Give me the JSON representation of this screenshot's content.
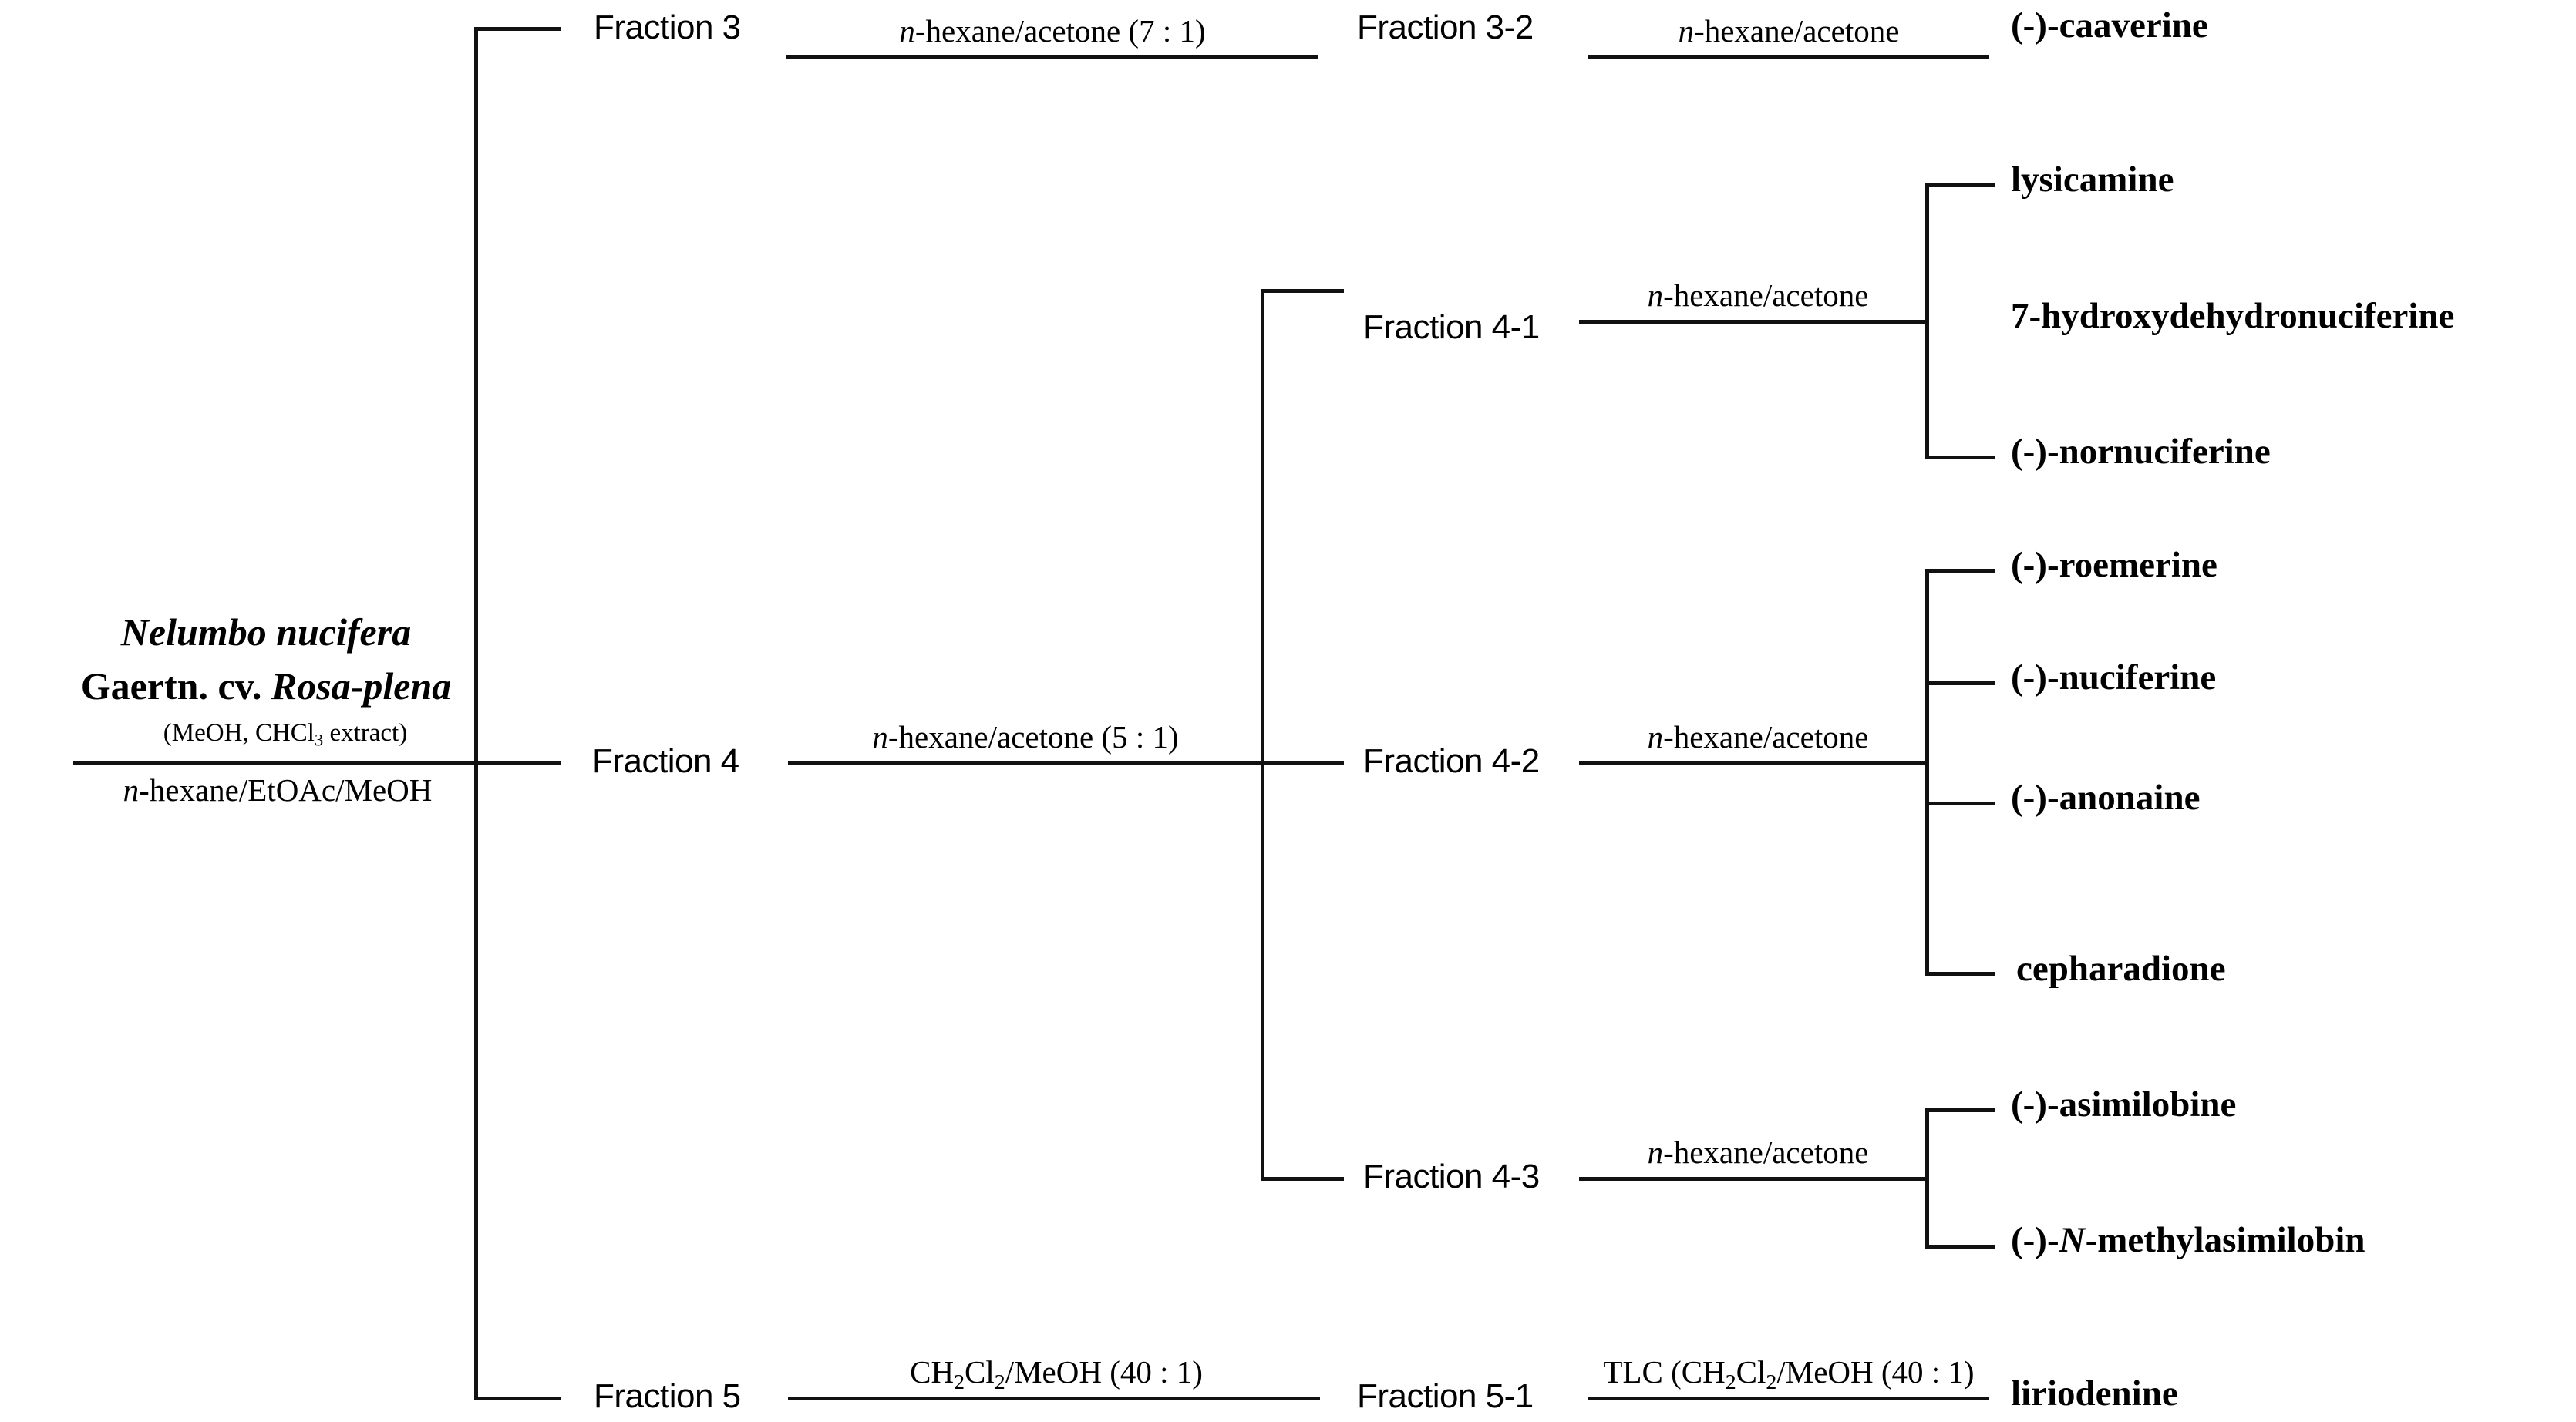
{
  "diagram": {
    "type": "isolation-flow-chart",
    "source": {
      "name_line1": "Nelumbo nucifera",
      "name_line2_prefix": "Gaertn. cv. ",
      "name_line2_cultivar": "Rosa-plena",
      "extract_prefix": "(MeOH, CHCl",
      "extract_sub": "3",
      "extract_suffix": " extract)",
      "partition_solvent_italic": "n",
      "partition_solvent_rest": "-hexane/EtOAc/MeOH"
    },
    "fractions": {
      "f3": "Fraction 3",
      "f4": "Fraction 4",
      "f5": "Fraction 5",
      "f3_2": "Fraction 3-2",
      "f4_1": "Fraction 4-1",
      "f4_2": "Fraction 4-2",
      "f4_3": "Fraction 4-3",
      "f5_1": "Fraction 5-1"
    },
    "solvents": {
      "f3_to_f3_2": {
        "italic": "n",
        "rest": "-hexane/acetone (7 : 1)"
      },
      "f3_2_to_product": {
        "italic": "n",
        "rest": "-hexane/acetone"
      },
      "f4_to_subfractions": {
        "italic": "n",
        "rest": "-hexane/acetone (5 : 1)"
      },
      "f4_1_to_products": {
        "italic": "n",
        "rest": "-hexane/acetone"
      },
      "f4_2_to_products": {
        "italic": "n",
        "rest": "-hexane/acetone"
      },
      "f4_3_to_products": {
        "italic": "n",
        "rest": "-hexane/acetone"
      },
      "f5_to_f5_1_pre": "CH",
      "f5_to_f5_1_sub1": "2",
      "f5_to_f5_1_mid": "Cl",
      "f5_to_f5_1_sub2": "2",
      "f5_to_f5_1_post": "/MeOH (40 : 1)",
      "f5_1_to_product_pre": "TLC (CH",
      "f5_1_to_product_sub1": "2",
      "f5_1_to_product_mid": "Cl",
      "f5_1_to_product_sub2": "2",
      "f5_1_to_product_post": "/MeOH (40 : 1)"
    },
    "compounds": {
      "caaverine": "(-)-caaverine",
      "lysicamine": "lysicamine",
      "hydroxydehydronuciferine": "7-hydroxydehydronuciferine",
      "nornuciferine": "(-)-nornuciferine",
      "roemerine": "(-)-roemerine",
      "nuciferine": "(-)-nuciferine",
      "anonaine": "(-)-anonaine",
      "cepharadione": "cepharadione",
      "asimilobine": "(-)-asimilobine",
      "n_methylasimilobin_pre": "(-)-",
      "n_methylasimilobin_italic": "N",
      "n_methylasimilobin_post": "-methylasimilobin",
      "liriodenine": "liriodenine"
    },
    "colors": {
      "line": "#111111",
      "text": "#000000",
      "background": "#ffffff"
    }
  }
}
